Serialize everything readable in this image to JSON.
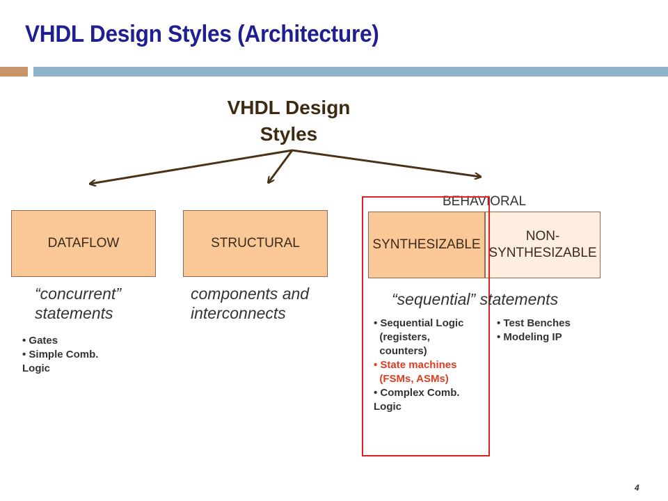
{
  "slide": {
    "title": "VHDL Design Styles (Architecture)",
    "page_number": "4",
    "colors": {
      "title": "#1f1f8f",
      "accent_bar_left": "#c8946a",
      "accent_bar_right": "#8fb3c8",
      "box_fill": "#fac896",
      "box_fill_light": "#fdeee0",
      "highlight_border": "#e01f25",
      "arrow": "#4a3216"
    }
  },
  "diagram": {
    "root_line1": "VHDL Design",
    "root_line2": "Styles",
    "behavioral_label": "BEHAVIORAL",
    "dataflow": {
      "label": "DATAFLOW",
      "desc_line1": "“concurrent”",
      "desc_line2": "statements",
      "bullets": [
        "• Gates",
        "• Simple Comb.",
        "Logic"
      ]
    },
    "structural": {
      "label": "STRUCTURAL",
      "desc_line1": "components and",
      "desc_line2": "interconnects"
    },
    "synthesizable": {
      "label": "SYNTHESIZABLE",
      "bullets": [
        "• Sequential Logic",
        "  (registers,",
        "  counters)"
      ],
      "red_bullets": [
        "• State machines",
        "  (FSMs, ASMs)"
      ],
      "bullets_after": [
        "• Complex Comb.",
        "Logic"
      ]
    },
    "non_synthesizable": {
      "label_line1": "NON-",
      "label_line2": "SYNTHESIZABLE",
      "bullets": [
        "• Test Benches",
        "• Modeling IP"
      ]
    },
    "sequential_desc": "“sequential” statements"
  }
}
